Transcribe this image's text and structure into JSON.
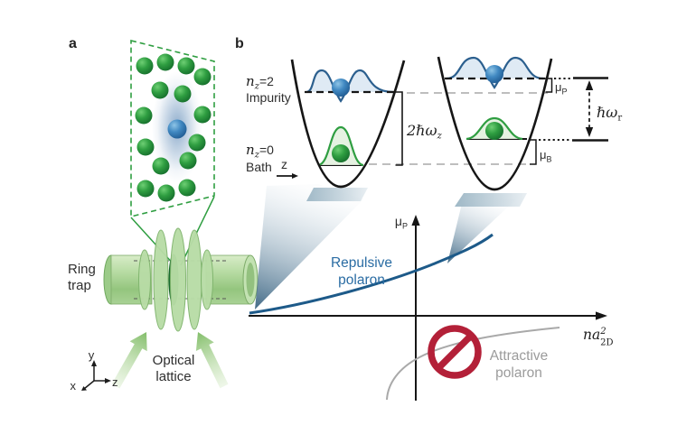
{
  "figure": {
    "panel_a_label": "a",
    "panel_b_label": "b"
  },
  "panel_a": {
    "ring_trap": {
      "lines": [
        "Ring",
        "trap"
      ]
    },
    "optical_lattice": {
      "lines": [
        "Optical",
        "lattice"
      ]
    },
    "axes": {
      "x": "x",
      "y": "y",
      "z": "z"
    },
    "bath_atoms": [
      [
        160,
        73
      ],
      [
        183,
        69
      ],
      [
        206,
        73
      ],
      [
        224,
        85
      ],
      [
        177,
        100
      ],
      [
        202,
        104
      ],
      [
        159,
        128
      ],
      [
        224,
        127
      ],
      [
        161,
        163
      ],
      [
        218,
        158
      ],
      [
        178,
        184
      ],
      [
        208,
        178
      ],
      [
        161,
        209
      ],
      [
        184,
        214
      ],
      [
        207,
        208
      ]
    ],
    "impurity_atom": [
      196,
      143
    ]
  },
  "panel_b": {
    "impurity_level": {
      "symbol": "n",
      "sub": "z",
      "value": "=2",
      "name": "Impurity"
    },
    "bath_level": {
      "symbol": "n",
      "sub": "z",
      "value": "=0",
      "name": "Bath"
    },
    "z_axis": "z",
    "gap_label": {
      "main": "2ℏω",
      "sub": "z"
    },
    "mu_p": {
      "main": "μ",
      "sub": "P"
    },
    "mu_b": {
      "main": "μ",
      "sub": "B"
    },
    "hbar_omega_r": {
      "main": "ℏω",
      "sub": "r"
    }
  },
  "chart": {
    "ylabel": {
      "main": "μ",
      "sub": "P"
    },
    "xlabel": {
      "main": "na",
      "sup": "2",
      "sub": "2D"
    },
    "repulsive": {
      "lines": [
        "Repulsive",
        "polaron"
      ]
    },
    "attractive": {
      "lines": [
        "Attractive",
        "polaron"
      ]
    }
  },
  "colors": {
    "bath_green": "#2f9e41",
    "impurity_blue": "#3d85c0",
    "lattice_green": "#b8dca6",
    "repulsive_curve": "#1d5a89",
    "attractive_curve": "#a9a9a9",
    "prohibited_red": "#b32038",
    "beam_blue": "#4a7392"
  }
}
